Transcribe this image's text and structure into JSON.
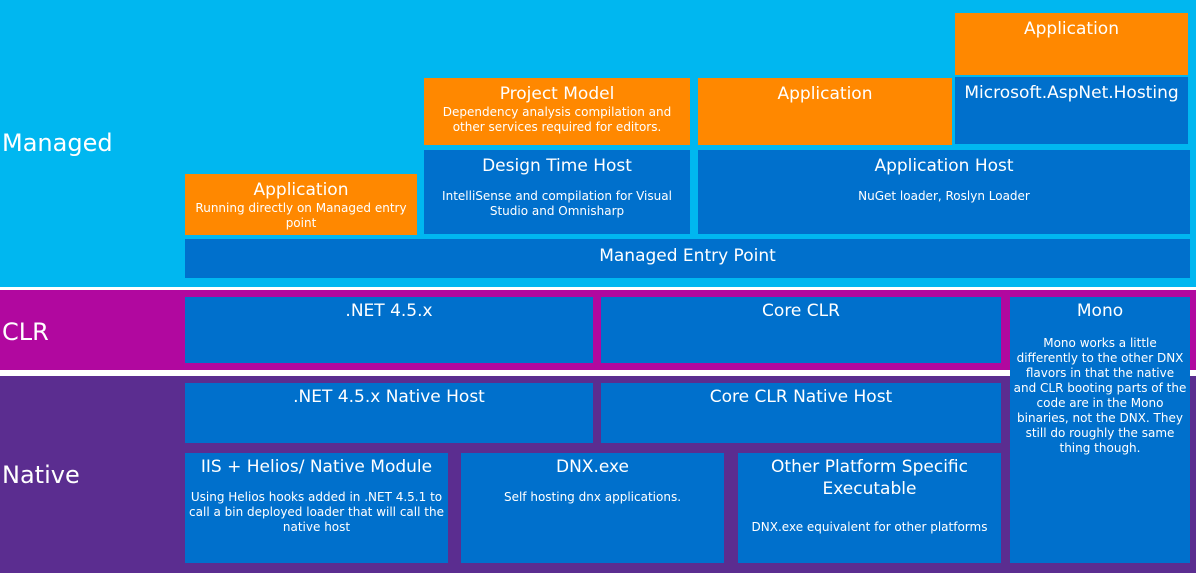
{
  "layers": {
    "managed": "Managed",
    "clr": "CLR",
    "native": "Native"
  },
  "managed": {
    "app_top": "Application",
    "hosting": "Microsoft.AspNet.Hosting",
    "project_model": {
      "title": "Project Model",
      "desc": "Dependency analysis compilation and other services required for editors."
    },
    "app_middle": "Application",
    "design_time_host": {
      "title": "Design Time Host",
      "desc": "IntelliSense and compilation for Visual Studio and Omnisharp"
    },
    "application_host": {
      "title": "Application Host",
      "desc": "NuGet loader, Roslyn Loader"
    },
    "app_direct": {
      "title": "Application",
      "desc": "Running directly on Managed entry point"
    },
    "entry_point": "Managed Entry Point"
  },
  "clr": {
    "net45": ".NET 4.5.x",
    "core_clr": "Core CLR",
    "mono": {
      "title": "Mono",
      "desc": "Mono works a little differently to the other DNX flavors in that the native and CLR booting parts of the code are in the Mono binaries, not the DNX. They still do roughly the same thing though."
    }
  },
  "native": {
    "net45_host": ".NET 4.5.x  Native Host",
    "core_clr_host": "Core CLR Native Host",
    "iis": {
      "title": "IIS + Helios/ Native Module",
      "desc": "Using Helios hooks added in .NET 4.5.1 to call a bin deployed loader that will call the native host"
    },
    "dnx": {
      "title": "DNX.exe",
      "desc": "Self hosting dnx applications."
    },
    "other": {
      "title": "Other Platform Specific Executable",
      "desc": "DNX.exe equivalent for other platforms"
    }
  },
  "colors": {
    "managed_band": "#00b7f0",
    "clr_band": "#b1089f",
    "native_band": "#5b2d90",
    "box_blue": "#0070cc",
    "box_orange": "#ff8800"
  }
}
